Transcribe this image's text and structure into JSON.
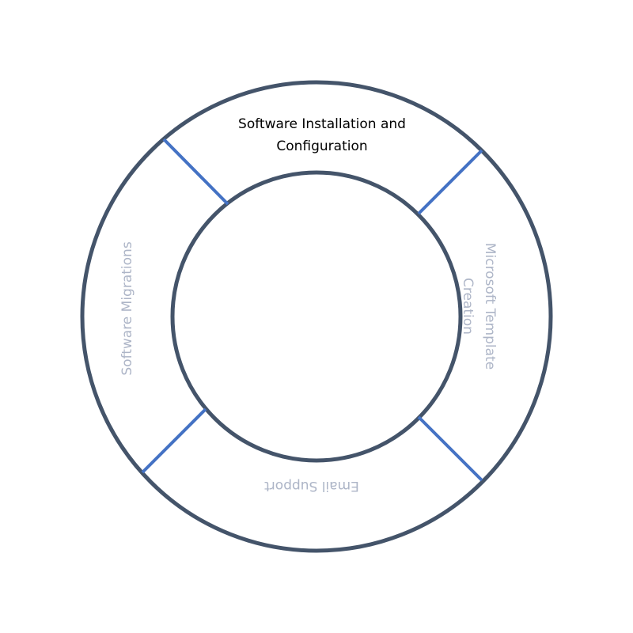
{
  "colors": {
    "ring": "#44546a",
    "divider": "#4472c4",
    "active_text": "#000000",
    "inactive_text": "#adb5c7"
  },
  "segments": [
    {
      "lines": [
        "Software Installation and",
        "Configuration"
      ],
      "active": true
    },
    {
      "lines": [
        "Microsoft Template",
        "Creation"
      ],
      "active": false
    },
    {
      "lines": [
        "Email Support"
      ],
      "active": false
    },
    {
      "lines": [
        "Software Migrations"
      ],
      "active": false
    }
  ]
}
